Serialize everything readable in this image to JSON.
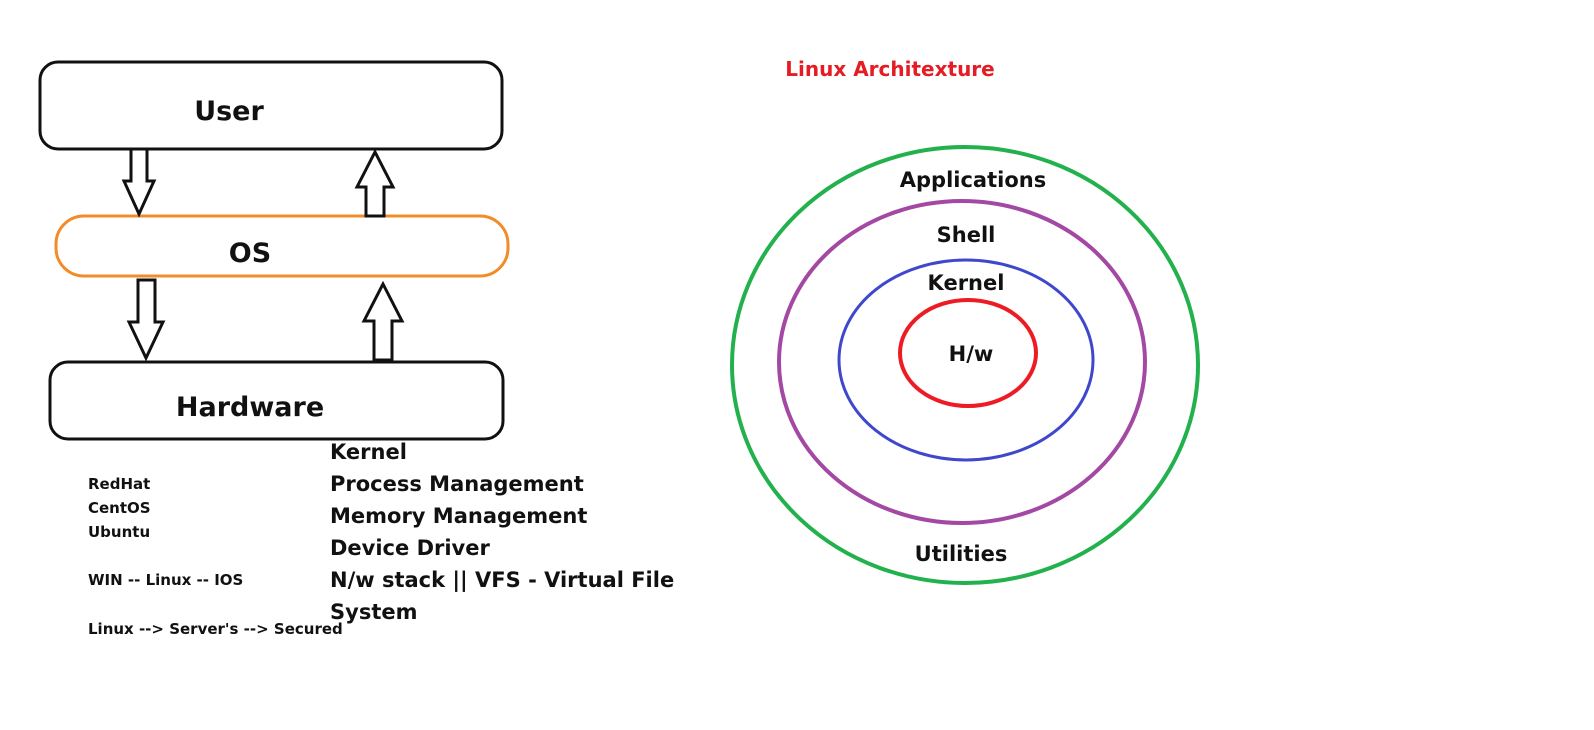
{
  "title": "Linux Architexture",
  "colors": {
    "title": "#e51c23",
    "box_stroke": "#111111",
    "os_stroke": "#f28c28",
    "ring_applications": "#22b14c",
    "ring_shell": "#a349a4",
    "ring_kernel": "#3f48cc",
    "ring_hardware": "#ed1c24"
  },
  "layers": {
    "user": "User",
    "os": "OS",
    "hardware": "Hardware"
  },
  "distros": [
    "RedHat",
    "CentOS",
    "Ubuntu"
  ],
  "compare": "WIN -- Linux -- IOS",
  "server_note": "Linux --> Server's --> Secured",
  "kernel_list": [
    "Kernel",
    "Process Management",
    "Memory Management",
    "Device Driver",
    "N/w stack || VFS - Virtual File",
    "System"
  ],
  "rings": {
    "applications": "Applications",
    "shell": "Shell",
    "kernel": "Kernel",
    "hardware": "H/w",
    "utilities": "Utilities"
  },
  "icons": {
    "down_arrow": "hollow-down-arrow-icon",
    "up_arrow": "hollow-up-arrow-icon"
  }
}
